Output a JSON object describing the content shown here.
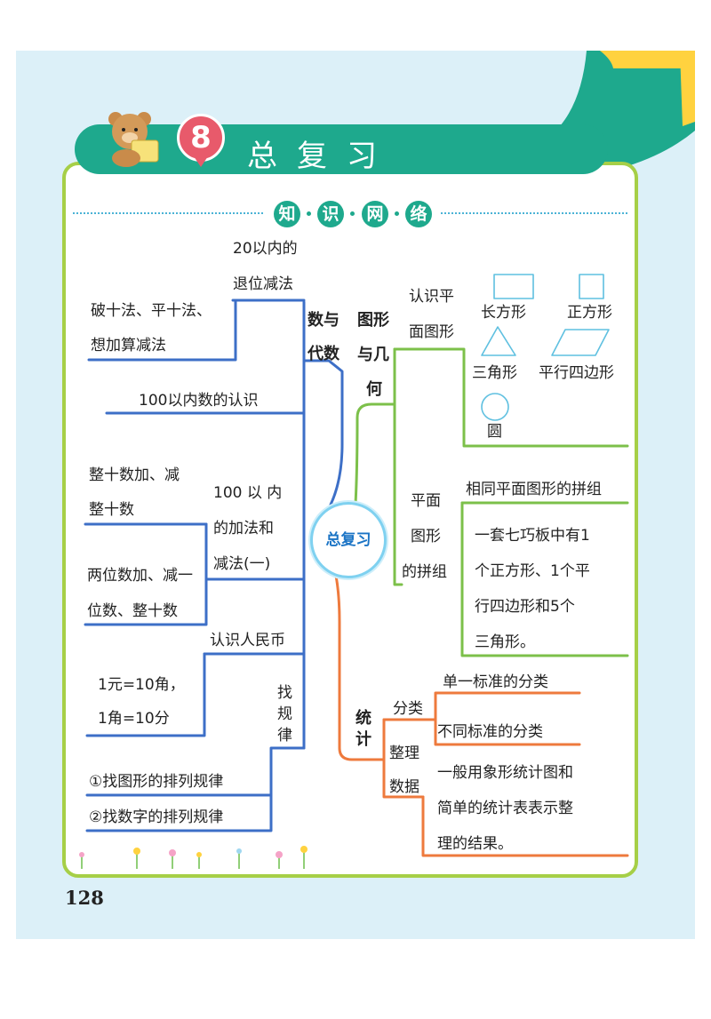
{
  "header": {
    "unit_number": "8",
    "unit_title": "总复习",
    "section_chars": [
      "知",
      "识",
      "网",
      "络"
    ]
  },
  "center": {
    "label": "总复习"
  },
  "branches": {
    "number_algebra": {
      "title_line1": "数与",
      "title_line2": "代数",
      "sub20_line1": "20以内的",
      "sub20_line2": "退位减法",
      "method_line1": "破十法、平十法、",
      "method_line2": "想加算减法",
      "know100": "100以内数的认识",
      "addsub_line1": "100 以 内",
      "addsub_line2": "的加法和",
      "addsub_line3": "减法(一)",
      "tens_line1": "整十数加、减",
      "tens_line2": "整十数",
      "twodigit_line1": "两位数加、减一",
      "twodigit_line2": "位数、整十数",
      "rmb": "认识人民币",
      "money_line1": "1元=10角，",
      "money_line2": "1角=10分",
      "pattern_c1": "找",
      "pattern_c2": "规",
      "pattern_c3": "律",
      "pattern_item1": "①找图形的排列规律",
      "pattern_item2": "②找数字的排列规律"
    },
    "geometry": {
      "title_line1": "图形",
      "title_line2": "与几",
      "title_line3": "何",
      "plane_line1": "认识平",
      "plane_line2": "面图形",
      "rectangle": "长方形",
      "square": "正方形",
      "triangle": "三角形",
      "parallelogram": "平行四边形",
      "circle": "圆",
      "combo_c1": "平面",
      "combo_c2": "图形",
      "combo_c3": "的拼组",
      "combo_same": "相同平面图形的拼组",
      "tangram_line1": "一套七巧板中有1",
      "tangram_line2": "个正方形、1个平",
      "tangram_line3": "行四边形和5个",
      "tangram_line4": "三角形。"
    },
    "statistics": {
      "title_line1": "统",
      "title_line2": "计",
      "classify": "分类",
      "single": "单一标准的分类",
      "multi": "不同标准的分类",
      "organize_line1": "整理",
      "organize_line2": "数据",
      "chart_line1": "一般用象形统计图和",
      "chart_line2": "简单的统计表表示整",
      "chart_line3": "理的结果。"
    }
  },
  "footer": {
    "page_number": "128"
  },
  "colors": {
    "banner": "#1ea98d",
    "frame": "#a6cf47",
    "blue_branch": "#3d6fc7",
    "green_branch": "#7cc04a",
    "orange_branch": "#ee7a3d",
    "badge": "#e85a6b"
  },
  "icons": [
    "bear-reading-icon",
    "rectangle-shape-icon",
    "square-shape-icon",
    "triangle-shape-icon",
    "parallelogram-shape-icon",
    "circle-shape-icon",
    "flower-icon"
  ]
}
